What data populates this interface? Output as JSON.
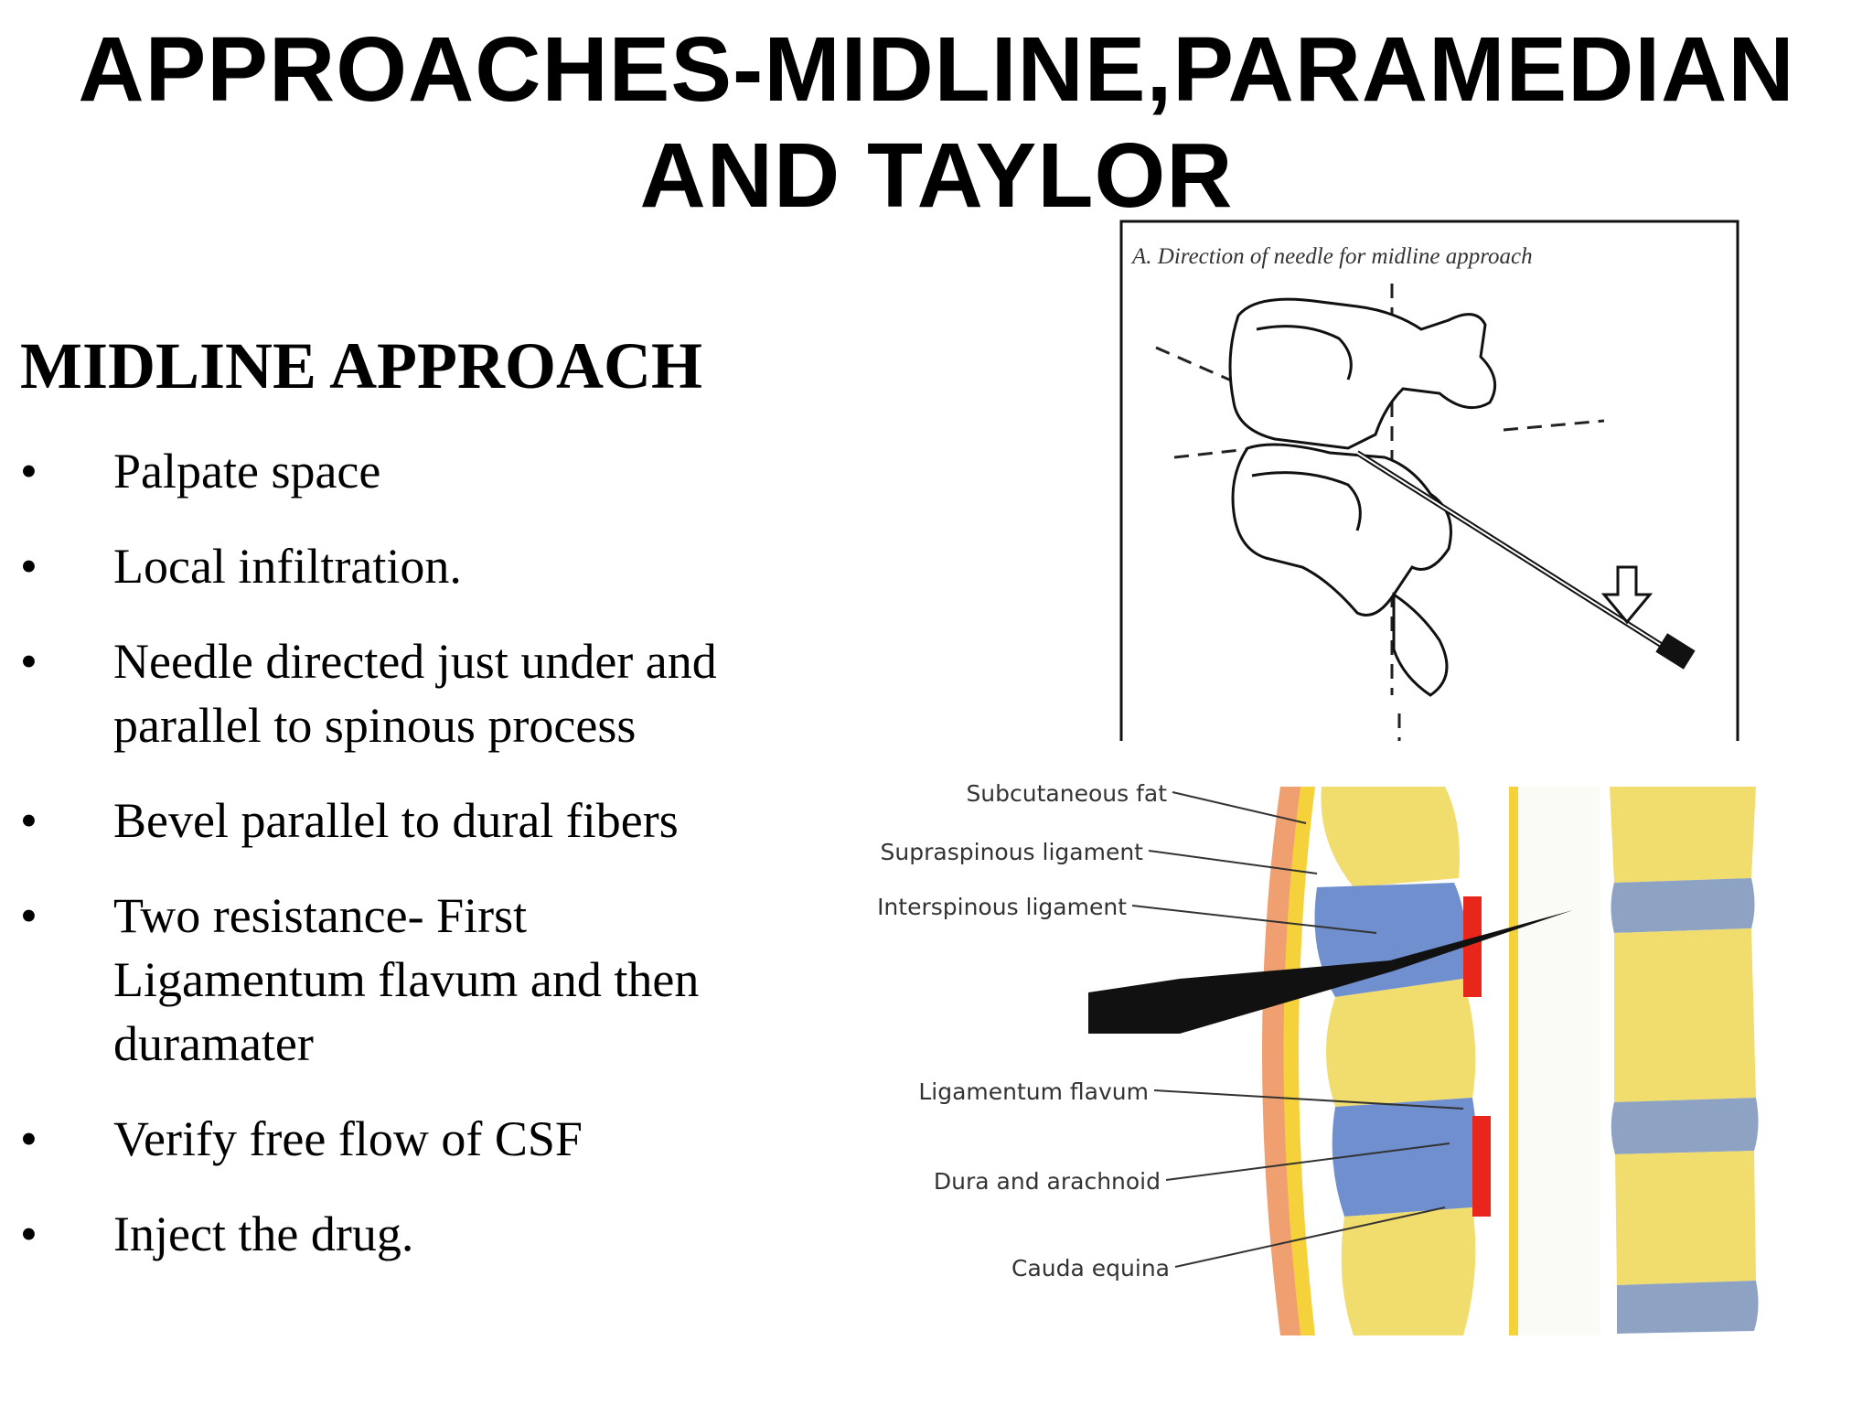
{
  "title": {
    "line1": "APPROACHES-MIDLINE,PARAMEDIAN",
    "line2": "AND TAYLOR"
  },
  "section_heading": "MIDLINE APPROACH",
  "bullets": [
    {
      "lines": [
        "Palpate space"
      ]
    },
    {
      "lines": [
        "Local infiltration."
      ]
    },
    {
      "lines": [
        "Needle directed just under and",
        "parallel to spinous process"
      ]
    },
    {
      "lines": [
        "Bevel parallel to dural fibers"
      ]
    },
    {
      "lines": [
        "Two resistance-  First",
        "Ligamentum flavum and then",
        "duramater"
      ]
    },
    {
      "lines": [
        "Verify free flow of CSF"
      ]
    },
    {
      "lines": [
        "Inject the drug."
      ]
    }
  ],
  "bullet_symbol": "•",
  "figure_a": {
    "caption": "A. Direction of needle for midline approach"
  },
  "figure_b": {
    "labels": [
      "Subcutaneous fat",
      "Supraspinous ligament",
      "Interspinous ligament",
      "Ligamentum flavum",
      "Dura and arachnoid",
      "Cauda equina"
    ]
  },
  "colors": {
    "bone": "#f1dd6e",
    "bone_light": "#f7e99a",
    "disc": "#8ea3c4",
    "ligament_blue": "#6f8fcf",
    "ligament_red": "#e8261b",
    "skin": "#f0a070",
    "fat": "#f5d23c"
  }
}
